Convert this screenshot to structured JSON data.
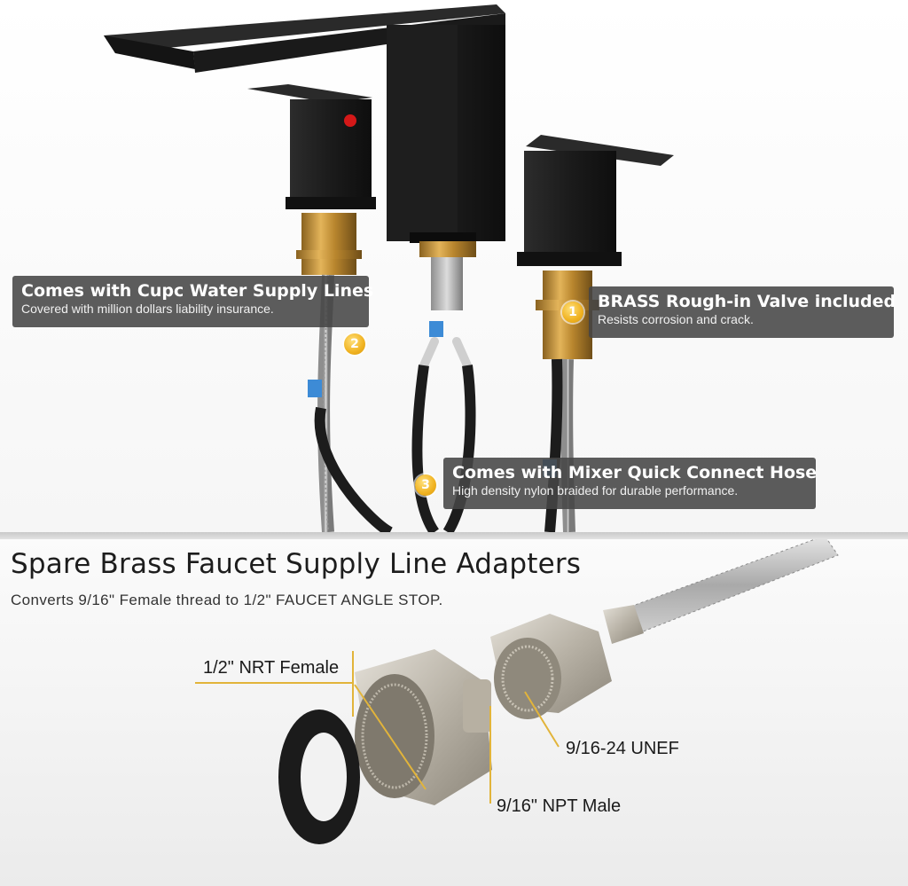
{
  "callouts": {
    "supply_lines": {
      "title": "Comes with Cupc Water Supply Lines",
      "subtitle": "Covered with million dollars liability insurance."
    },
    "brass_valve": {
      "title": "BRASS Rough-in Valve included",
      "subtitle": "Resists corrosion and crack."
    },
    "mixer_hose": {
      "title": "Comes with Mixer Quick Connect Hose",
      "subtitle": "High density nylon braided for durable performance."
    }
  },
  "badges": {
    "one": "1",
    "two": "2",
    "three": "3"
  },
  "adapters": {
    "title": "Spare Brass Faucet Supply Line Adapters",
    "subtitle": "Converts 9/16\" Female thread to 1/2\" FAUCET ANGLE STOP.",
    "labels": {
      "nrt_female": "1/2\" NRT Female",
      "unef": "9/16-24 UNEF",
      "npt_male": "9/16\" NPT Male"
    }
  },
  "colors": {
    "faucet_black": "#1f1f1f",
    "brass": "#c9963a",
    "callout_bg": "#464646",
    "badge": "#f0b220",
    "leader": "#e2b43a",
    "nickel": "#bdb8ae"
  }
}
